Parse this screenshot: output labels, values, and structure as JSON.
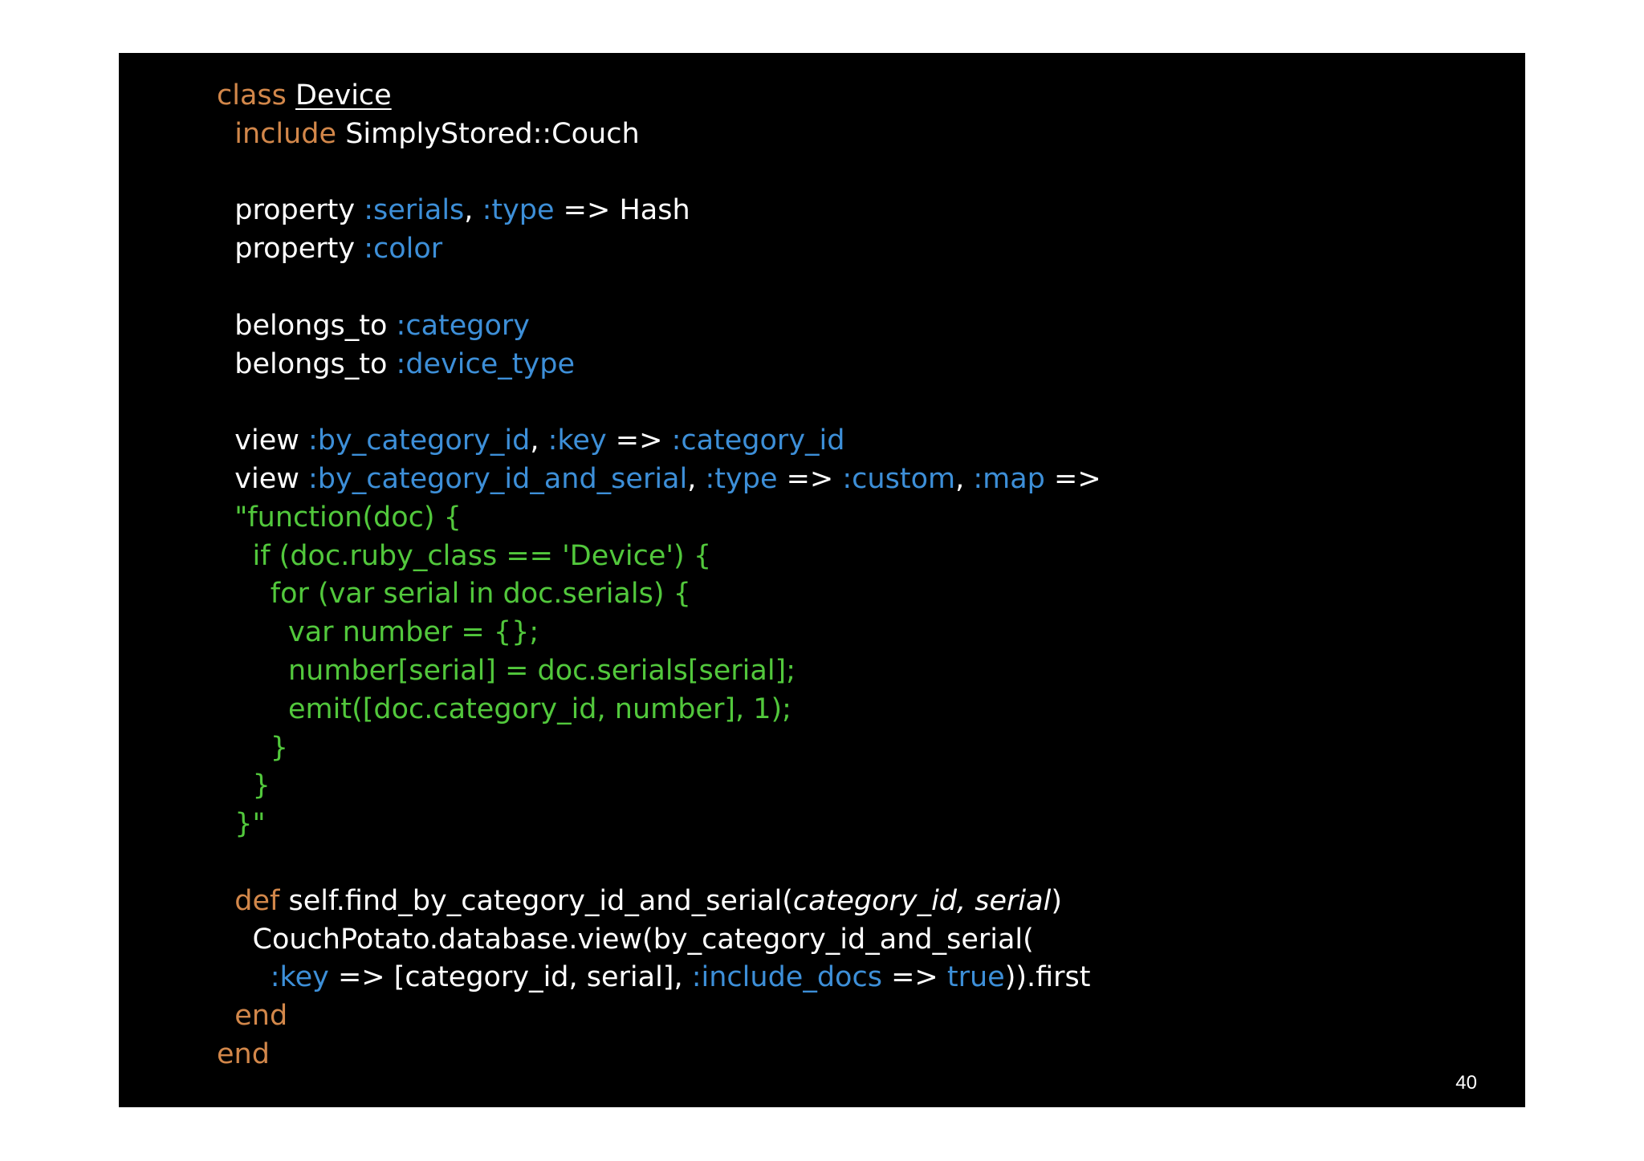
{
  "slide": {
    "page_number": "40",
    "colors": {
      "background": "#000000",
      "keyword": "#d2874a",
      "symbol": "#3d8fd8",
      "plain": "#ffffff",
      "string": "#52c83c"
    },
    "code_lines": [
      [
        {
          "t": "class ",
          "c": "kw"
        },
        {
          "t": "Device",
          "c": "plain ul"
        }
      ],
      [
        {
          "t": "  include ",
          "c": "kw"
        },
        {
          "t": "SimplyStored::Couch",
          "c": "plain"
        }
      ],
      [],
      [
        {
          "t": "  property ",
          "c": "plain"
        },
        {
          "t": ":serials",
          "c": "sym"
        },
        {
          "t": ", ",
          "c": "plain"
        },
        {
          "t": ":type",
          "c": "sym"
        },
        {
          "t": " => Hash",
          "c": "plain"
        }
      ],
      [
        {
          "t": "  property ",
          "c": "plain"
        },
        {
          "t": ":color",
          "c": "sym"
        }
      ],
      [],
      [
        {
          "t": "  belongs_to ",
          "c": "plain"
        },
        {
          "t": ":category",
          "c": "sym"
        }
      ],
      [
        {
          "t": "  belongs_to ",
          "c": "plain"
        },
        {
          "t": ":device_type",
          "c": "sym"
        }
      ],
      [],
      [
        {
          "t": "  view ",
          "c": "plain"
        },
        {
          "t": ":by_category_id",
          "c": "sym"
        },
        {
          "t": ", ",
          "c": "plain"
        },
        {
          "t": ":key",
          "c": "sym"
        },
        {
          "t": " => ",
          "c": "plain"
        },
        {
          "t": ":category_id",
          "c": "sym"
        }
      ],
      [
        {
          "t": "  view ",
          "c": "plain"
        },
        {
          "t": ":by_category_id_and_serial",
          "c": "sym"
        },
        {
          "t": ", ",
          "c": "plain"
        },
        {
          "t": ":type",
          "c": "sym"
        },
        {
          "t": " => ",
          "c": "plain"
        },
        {
          "t": ":custom",
          "c": "sym"
        },
        {
          "t": ", ",
          "c": "plain"
        },
        {
          "t": ":map",
          "c": "sym"
        },
        {
          "t": " =>",
          "c": "plain"
        }
      ],
      [
        {
          "t": "  \"function(doc) {",
          "c": "str"
        }
      ],
      [
        {
          "t": "    if (doc.ruby_class == 'Device') {",
          "c": "str"
        }
      ],
      [
        {
          "t": "      for (var serial in doc.serials) {",
          "c": "str"
        }
      ],
      [
        {
          "t": "        var number = {};",
          "c": "str"
        }
      ],
      [
        {
          "t": "        number[serial] = doc.serials[serial];",
          "c": "str"
        }
      ],
      [
        {
          "t": "        emit([doc.category_id, number], 1);",
          "c": "str"
        }
      ],
      [
        {
          "t": "      }",
          "c": "str"
        }
      ],
      [
        {
          "t": "    }",
          "c": "str"
        }
      ],
      [
        {
          "t": "  }\"",
          "c": "str"
        }
      ],
      [],
      [
        {
          "t": "  def ",
          "c": "kw"
        },
        {
          "t": "self.find_by_category_id_and_serial(",
          "c": "plain"
        },
        {
          "t": "category_id, serial",
          "c": "plain it"
        },
        {
          "t": ")",
          "c": "plain"
        }
      ],
      [
        {
          "t": "    CouchPotato.database.view(by_category_id_and_serial(",
          "c": "plain"
        }
      ],
      [
        {
          "t": "      ",
          "c": "plain"
        },
        {
          "t": ":key",
          "c": "sym"
        },
        {
          "t": " => [category_id, serial], ",
          "c": "plain"
        },
        {
          "t": ":include_docs",
          "c": "sym"
        },
        {
          "t": " => ",
          "c": "plain"
        },
        {
          "t": "true",
          "c": "sym"
        },
        {
          "t": ")).first",
          "c": "plain"
        }
      ],
      [
        {
          "t": "  end",
          "c": "kw"
        }
      ],
      [
        {
          "t": "end",
          "c": "kw"
        }
      ]
    ]
  }
}
